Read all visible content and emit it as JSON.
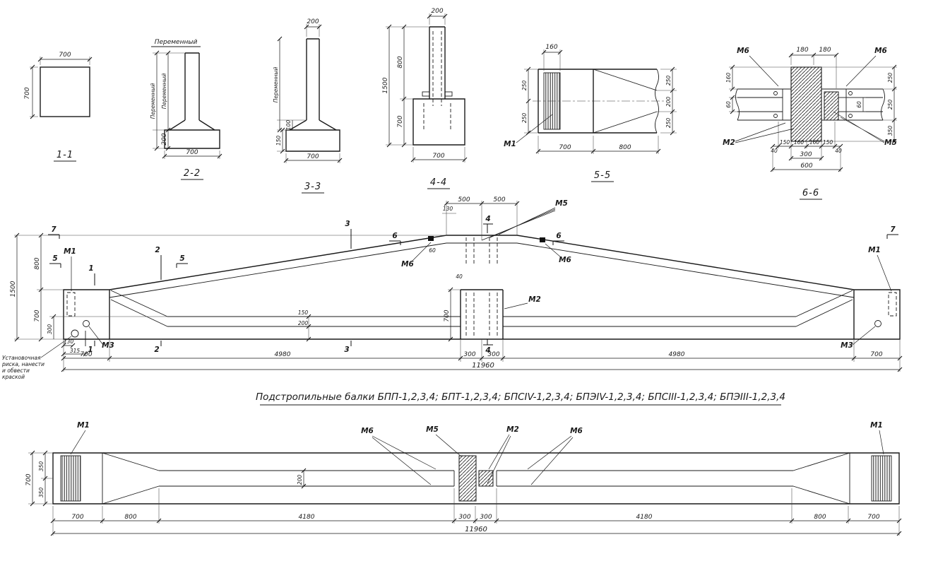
{
  "meta": {
    "bg": "#ffffff",
    "ink": "#1a1a1a"
  },
  "sections": {
    "s11": {
      "title": "1-1",
      "dim_top": "700",
      "dim_left": "700"
    },
    "s22": {
      "title": "2-2",
      "top_label": "Переменный",
      "left_var_a": "Переменный",
      "left_var_b": "Переменный",
      "left_200": "200",
      "dim_bottom": "700"
    },
    "s33": {
      "title": "3-3",
      "dim_top": "200",
      "left_var": "Переменный",
      "left_100": "100",
      "left_150": "150",
      "dim_bottom": "700"
    },
    "s44": {
      "title": "4-4",
      "dim_top": "200",
      "left_1500": "1500",
      "left_800": "800",
      "left_700": "700",
      "dim_bottom": "700"
    },
    "s55": {
      "title": "5-5",
      "dim_top": "160",
      "left_250_a": "250",
      "left_250_b": "250",
      "right_250_a": "250",
      "right_200": "200",
      "right_250_b": "250",
      "mark_m1": "М1",
      "dim_700": "700",
      "dim_800": "800"
    },
    "s66": {
      "title": "6-6",
      "mark_m6_left": "М6",
      "mark_m6_right": "М6",
      "dim_180_a": "180",
      "dim_180_b": "180",
      "left_160": "160",
      "left_60": "60",
      "right_60": "60",
      "right_250_a": "250",
      "right_250_b": "250",
      "right_350": "350",
      "dim_150_a": "150",
      "dim_160_a": "160",
      "dim_160_b": "160",
      "dim_150_b": "150",
      "dim_40_l": "40",
      "dim_40_r": "40",
      "dim_300": "300",
      "dim_600": "600",
      "mark_m2": "М2",
      "mark_m5": "М5"
    }
  },
  "elevation": {
    "left": {
      "d1500": "1500",
      "d800": "800",
      "d700": "700",
      "d300": "300",
      "d130": "130",
      "d315": "315"
    },
    "marks": {
      "m1_left": "М1",
      "m1_right": "М1",
      "m2": "М2",
      "m3_left": "М3",
      "m3_right": "М3",
      "m5": "М5",
      "m6_left": "М6",
      "m6_right": "М6"
    },
    "cuts": {
      "c7l": "7",
      "c7r": "7",
      "c5a": "5",
      "c5b": "5",
      "c1t": "1",
      "c1b": "1",
      "c2t": "2",
      "c2b": "2",
      "c3t": "3",
      "c3b": "3",
      "c4t": "4",
      "c4b": "4",
      "c6a": "6",
      "c6b": "6"
    },
    "top": {
      "d130": "130",
      "d500_a": "500",
      "d500_b": "500",
      "d60": "60",
      "d40": "40"
    },
    "mid": {
      "d700": "700",
      "d150": "150",
      "d200": "200"
    },
    "bottom": {
      "d700_l": "700",
      "d4980_l": "4980",
      "d300_a": "300",
      "d300_b": "300",
      "d4980_r": "4980",
      "d700_r": "700",
      "total": "11960"
    },
    "note": {
      "l1": "Установочная",
      "l2": "риска, нанести",
      "l3": "и обвести",
      "l4": "краской"
    }
  },
  "caption": "Подстропильные балки БПП-1,2,3,4; БПТ-1,2,3,4; БПСIV-1,2,3,4; БПЭIV-1,2,3,4; БПСIII-1,2,3,4; БПЭIII-1,2,3,4",
  "plan": {
    "marks": {
      "m1_left": "М1",
      "m1_right": "М1",
      "m6_left": "М6",
      "m5": "М5",
      "m2": "М2",
      "m6_right": "М6"
    },
    "left": {
      "d700": "700",
      "d350_a": "350",
      "d350_b": "350"
    },
    "mid": {
      "d200": "200"
    },
    "bottom": {
      "d700_l": "700",
      "d800_l": "800",
      "d4180_l": "4180",
      "d300_a": "300",
      "d300_b": "300",
      "d4180_r": "4180",
      "d800_r": "800",
      "d700_r": "700",
      "total": "11960"
    }
  }
}
